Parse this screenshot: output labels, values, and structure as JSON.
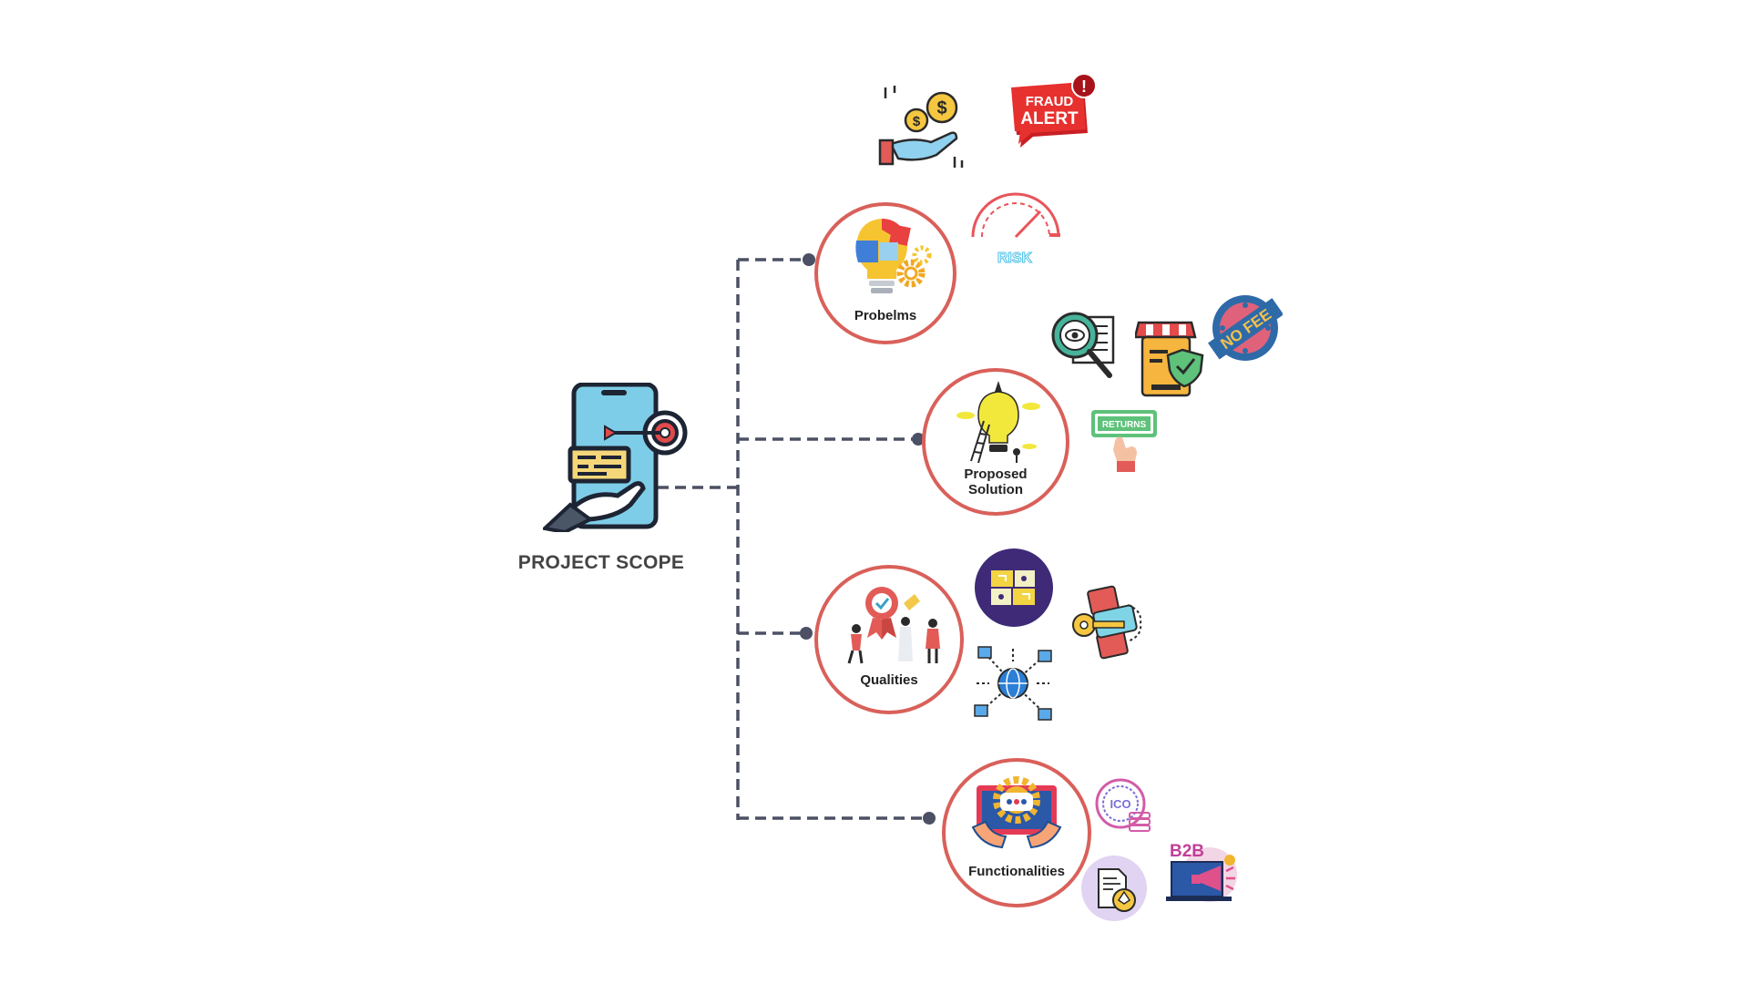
{
  "root": {
    "label": "PROJECT SCOPE",
    "icon": "phone-target-hand-icon"
  },
  "branches": [
    {
      "id": "problems",
      "label": "Probelms",
      "icon": "lightbulb-puzzle-gears-icon"
    },
    {
      "id": "proposed-solution",
      "label_line1": "Proposed",
      "label_line2": "Solution",
      "icon": "lightbulb-ladder-icon"
    },
    {
      "id": "qualities",
      "label": "Qualities",
      "icon": "award-people-icon"
    },
    {
      "id": "functionalities",
      "label": "Functionalities",
      "icon": "laptop-gear-chat-icon"
    }
  ],
  "side_icons": {
    "fraud_alert": {
      "line1": "FRAUD",
      "line2": "ALERT",
      "badge": "!"
    },
    "risk": {
      "text": "RISK"
    },
    "no_fee": {
      "text": "NO FEE"
    },
    "returns": {
      "text": "RETURNS"
    },
    "ico": {
      "text": "ICO"
    },
    "b2b": {
      "text": "B2B"
    },
    "others": [
      "money-hand-icon",
      "document-search-icon",
      "store-shield-icon",
      "blockchain-puzzle-icon",
      "key-blocks-icon",
      "globe-network-icon",
      "ethereum-document-icon"
    ]
  },
  "colors": {
    "node_border": "#d9605a",
    "connector": "#4b5064",
    "label": "#222222",
    "root_label": "#444444"
  }
}
